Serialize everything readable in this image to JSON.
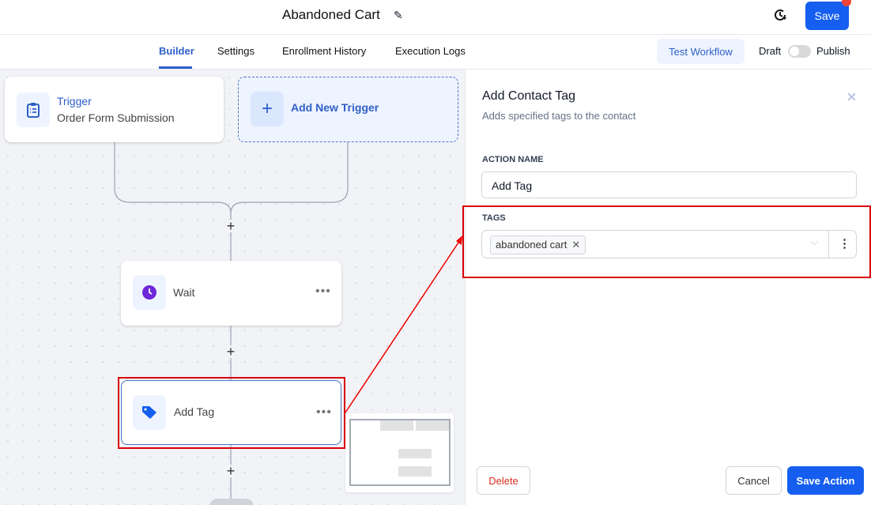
{
  "header": {
    "title": "Abandoned Cart",
    "save_label": "Save"
  },
  "tabs": [
    {
      "label": "Builder",
      "active": true
    },
    {
      "label": "Settings"
    },
    {
      "label": "Enrollment History"
    },
    {
      "label": "Execution Logs"
    }
  ],
  "toolbar": {
    "test_label": "Test Workflow",
    "draft_label": "Draft",
    "publish_label": "Publish",
    "published": false
  },
  "canvas": {
    "trigger": {
      "title": "Trigger",
      "subtitle": "Order Form Submission"
    },
    "add_trigger": "Add New Trigger",
    "nodes": [
      {
        "label": "Wait",
        "icon": "clock-icon"
      },
      {
        "label": "Add Tag",
        "icon": "tag-icon",
        "selected": true
      }
    ]
  },
  "panel": {
    "title": "Add Contact Tag",
    "subtitle": "Adds specified tags to the contact",
    "action_name_label": "ACTION NAME",
    "action_name_value": "Add Tag",
    "tags_label": "TAGS",
    "tags": [
      "abandoned cart"
    ],
    "delete_label": "Delete",
    "cancel_label": "Cancel",
    "save_action_label": "Save Action"
  },
  "colors": {
    "accent": "#155eef",
    "annotation": "#d9000d"
  }
}
